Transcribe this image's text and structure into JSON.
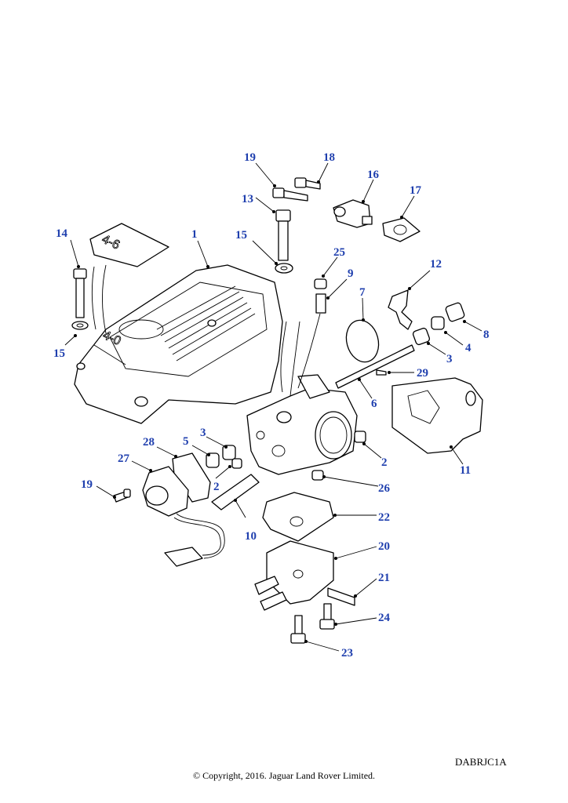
{
  "diagram": {
    "reference_code": "DABRJC1A",
    "copyright": "© Copyright, 2016. Jaguar Land Rover Limited.",
    "callouts": [
      {
        "id": "c1",
        "label": "1"
      },
      {
        "id": "c2a",
        "label": "2"
      },
      {
        "id": "c2b",
        "label": "2"
      },
      {
        "id": "c3a",
        "label": "3"
      },
      {
        "id": "c3b",
        "label": "3"
      },
      {
        "id": "c4",
        "label": "4"
      },
      {
        "id": "c5",
        "label": "5"
      },
      {
        "id": "c6",
        "label": "6"
      },
      {
        "id": "c7",
        "label": "7"
      },
      {
        "id": "c8",
        "label": "8"
      },
      {
        "id": "c9",
        "label": "9"
      },
      {
        "id": "c10",
        "label": "10"
      },
      {
        "id": "c11",
        "label": "11"
      },
      {
        "id": "c12",
        "label": "12"
      },
      {
        "id": "c13",
        "label": "13"
      },
      {
        "id": "c14",
        "label": "14"
      },
      {
        "id": "c15a",
        "label": "15"
      },
      {
        "id": "c15b",
        "label": "15"
      },
      {
        "id": "c16",
        "label": "16"
      },
      {
        "id": "c17",
        "label": "17"
      },
      {
        "id": "c18",
        "label": "18"
      },
      {
        "id": "c19a",
        "label": "19"
      },
      {
        "id": "c19b",
        "label": "19"
      },
      {
        "id": "c20",
        "label": "20"
      },
      {
        "id": "c21",
        "label": "21"
      },
      {
        "id": "c22",
        "label": "22"
      },
      {
        "id": "c23",
        "label": "23"
      },
      {
        "id": "c24",
        "label": "24"
      },
      {
        "id": "c25",
        "label": "25"
      },
      {
        "id": "c26",
        "label": "26"
      },
      {
        "id": "c27",
        "label": "27"
      },
      {
        "id": "c28",
        "label": "28"
      },
      {
        "id": "c29",
        "label": "29"
      }
    ],
    "plenum_badges": {
      "top_badge": "4-6",
      "front_badge": "4-0"
    }
  }
}
